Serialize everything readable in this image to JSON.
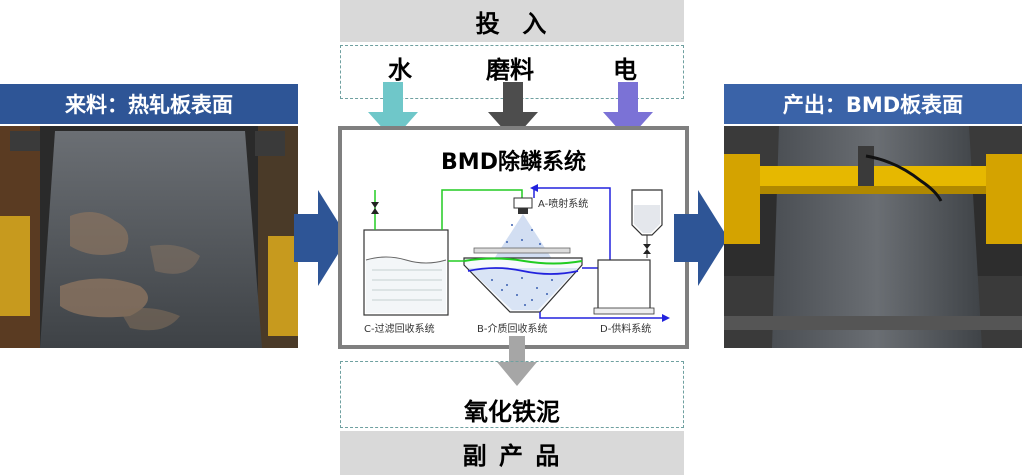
{
  "inputs_band": {
    "label": "投  入"
  },
  "inputs": [
    {
      "label": "水",
      "arrow_color": "#6fc7c9"
    },
    {
      "label": "磨料",
      "arrow_color": "#4d4d4d"
    },
    {
      "label": "电",
      "arrow_color": "#7b72d6"
    }
  ],
  "incoming": {
    "label": "来料：热轧板表面"
  },
  "output": {
    "label": "产出：BMD板表面"
  },
  "system": {
    "title": "BMD除鳞系统",
    "parts": {
      "a": "A-喷射系统",
      "b": "B-介质回收系统",
      "c": "C-过滤回收系统",
      "d": "D-供料系统"
    }
  },
  "byproduct": {
    "label": "氧化铁泥"
  },
  "byproduct_band": {
    "label": "副 产 品"
  },
  "colors": {
    "flow_arrow": "#2e5596",
    "band": "#d9d9d9",
    "green_line": "#22cc22",
    "blue_line": "#2222dd"
  }
}
